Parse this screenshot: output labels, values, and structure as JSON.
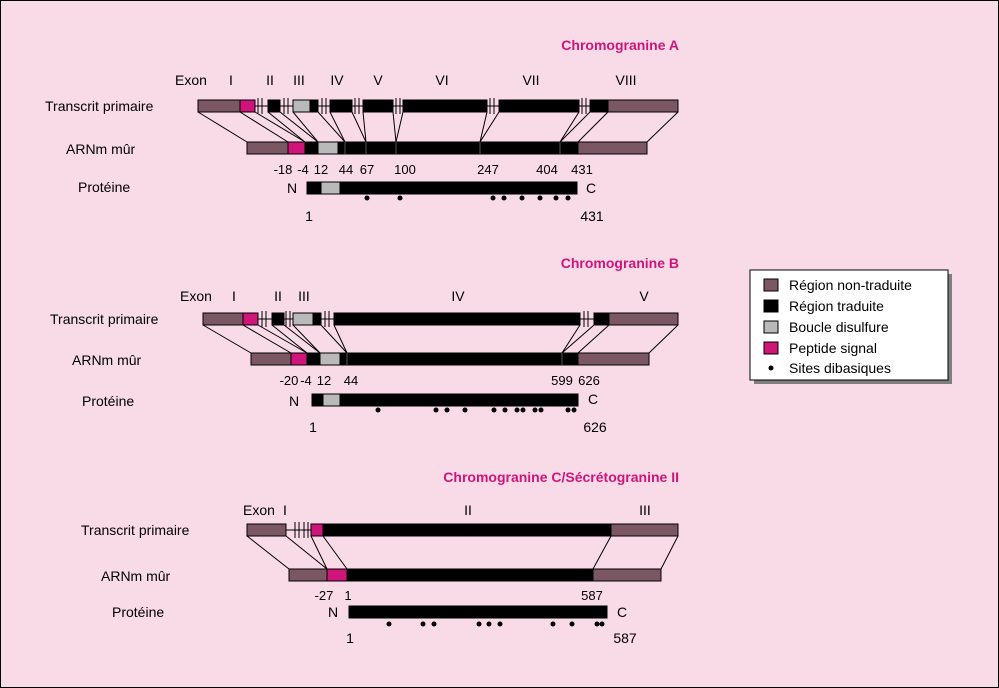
{
  "colors": {
    "background": "#f9dbe7",
    "untranslated": "#7a5762",
    "translated": "#000000",
    "disulfide_loop": "#b9b9b9",
    "signal_peptide": "#d0157a",
    "title": "#d0157a"
  },
  "row_labels": {
    "exon": "Exon",
    "primary_transcript": "Transcrit primaire",
    "mature_mrna": "ARNm mûr",
    "protein": "Protéine",
    "n_term": "N",
    "c_term": "C"
  },
  "panels": {
    "a": {
      "title": "Chromogranine A",
      "exons": [
        "I",
        "II",
        "III",
        "IV",
        "V",
        "VI",
        "VII",
        "VIII"
      ],
      "positions": [
        "-18",
        "-4",
        "12",
        "44",
        "67",
        "100",
        "247",
        "404",
        "431"
      ],
      "protein_start": "1",
      "protein_end": "431"
    },
    "b": {
      "title": "Chromogranine B",
      "exons": [
        "I",
        "II",
        "III",
        "IV",
        "V"
      ],
      "positions": [
        "-20",
        "-4",
        "12",
        "44",
        "599",
        "626"
      ],
      "protein_start": "1",
      "protein_end": "626"
    },
    "c": {
      "title": "Chromogranine C/Sécrétogranine II",
      "exon_prefix": "Exon",
      "exons": [
        "I",
        "II",
        "III"
      ],
      "positions": [
        "-27",
        "1",
        "587"
      ],
      "protein_start": "1",
      "protein_end": "587"
    }
  },
  "legend": [
    {
      "label": "Région non-traduite",
      "swatch": "untranslated"
    },
    {
      "label": "Région traduite",
      "swatch": "translated"
    },
    {
      "label": "Boucle disulfure",
      "swatch": "disulfide_loop"
    },
    {
      "label": "Peptide signal",
      "swatch": "signal_peptide"
    },
    {
      "label": "Sites dibasiques",
      "swatch": "dot"
    }
  ]
}
